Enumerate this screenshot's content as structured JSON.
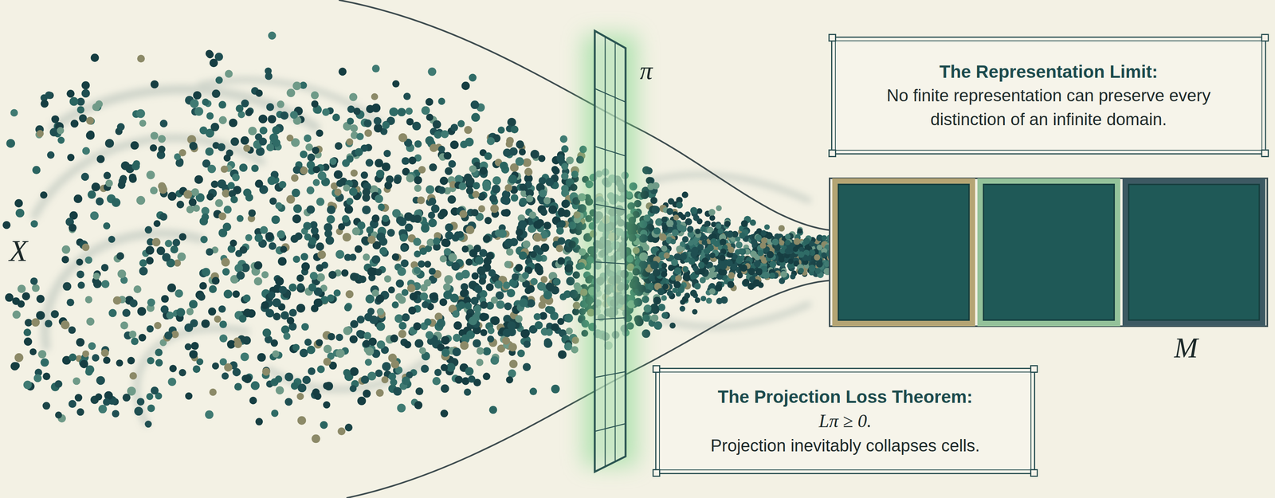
{
  "diagram": {
    "nodes": [
      {
        "text": [
          "The Representation Limit:",
          "No finite representation can preserve every distinction of an infinite domain."
        ]
      },
      {
        "text": [
          "The Projection Loss Theorem:",
          "Lπ ≥ 0.",
          "Projection inevitably collapses cells."
        ]
      }
    ],
    "labels": [
      "X",
      "π",
      "M"
    ]
  }
}
